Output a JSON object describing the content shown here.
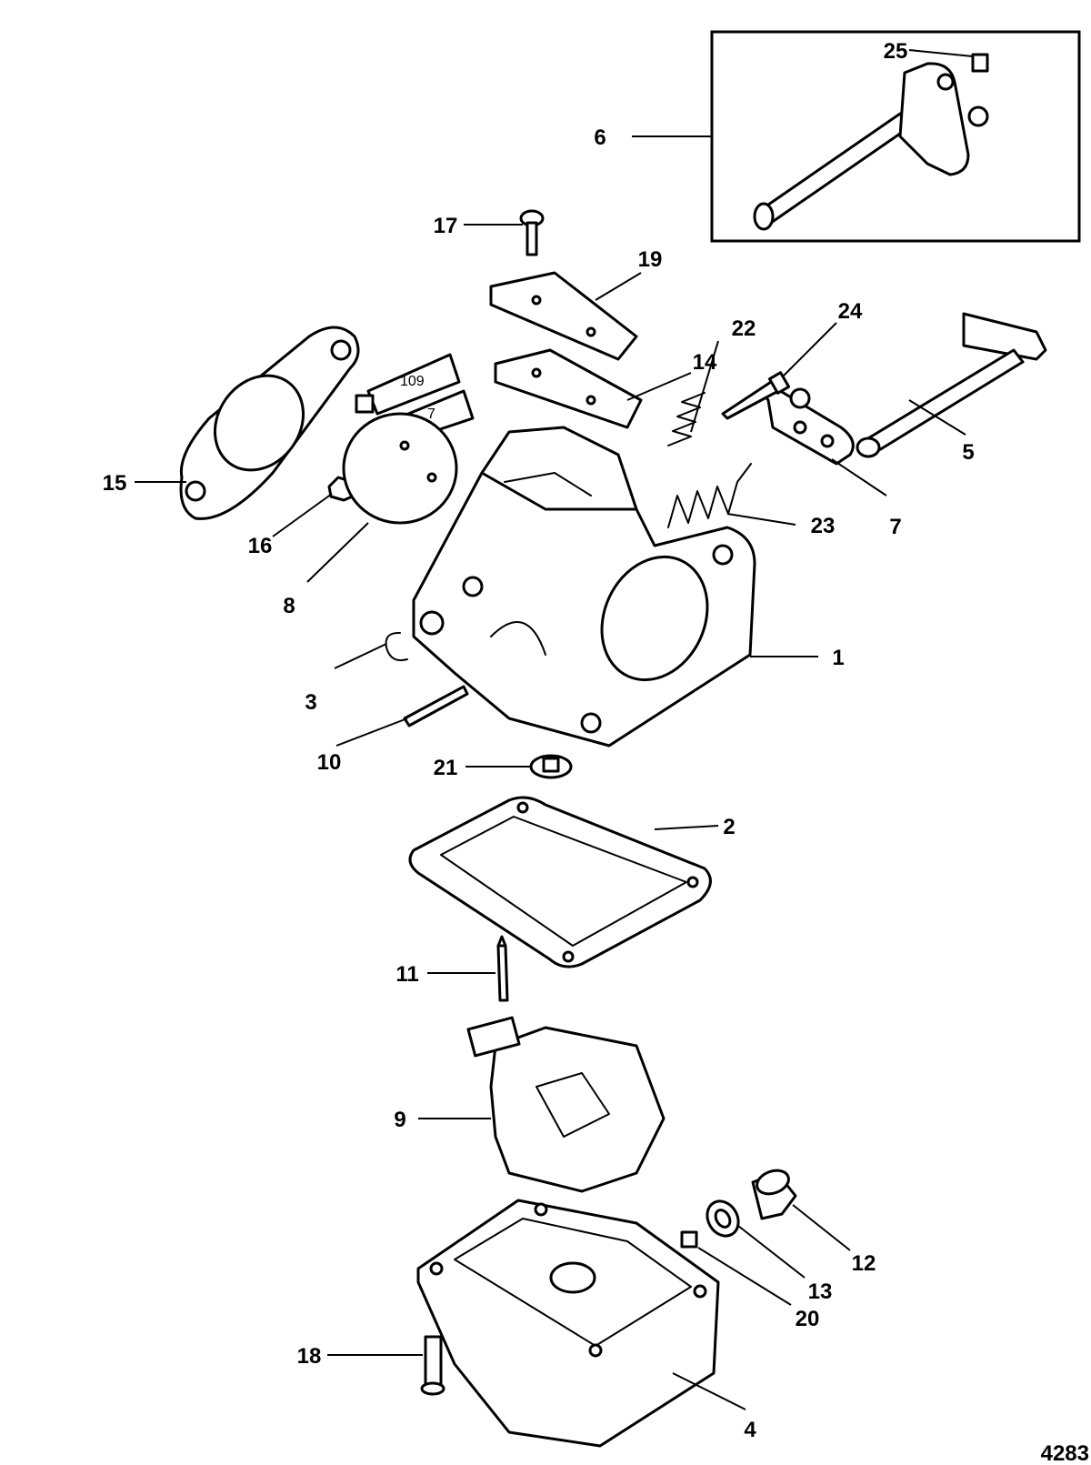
{
  "callouts": [
    {
      "id": "1",
      "text": "1"
    },
    {
      "id": "2",
      "text": "2"
    },
    {
      "id": "3",
      "text": "3"
    },
    {
      "id": "4",
      "text": "4"
    },
    {
      "id": "5",
      "text": "5"
    },
    {
      "id": "6",
      "text": "6"
    },
    {
      "id": "7",
      "text": "7"
    },
    {
      "id": "8",
      "text": "8"
    },
    {
      "id": "9",
      "text": "9"
    },
    {
      "id": "10",
      "text": "10"
    },
    {
      "id": "11",
      "text": "11"
    },
    {
      "id": "12",
      "text": "12"
    },
    {
      "id": "13",
      "text": "13"
    },
    {
      "id": "14",
      "text": "14"
    },
    {
      "id": "15",
      "text": "15"
    },
    {
      "id": "16",
      "text": "16"
    },
    {
      "id": "17",
      "text": "17"
    },
    {
      "id": "18",
      "text": "18"
    },
    {
      "id": "19",
      "text": "19"
    },
    {
      "id": "20",
      "text": "20"
    },
    {
      "id": "21",
      "text": "21"
    },
    {
      "id": "22",
      "text": "22"
    },
    {
      "id": "23",
      "text": "23"
    },
    {
      "id": "24",
      "text": "24"
    },
    {
      "id": "25",
      "text": "25"
    }
  ],
  "tubes": {
    "tube_a": "109",
    "tube_b": "7"
  },
  "figure_number": "4283"
}
